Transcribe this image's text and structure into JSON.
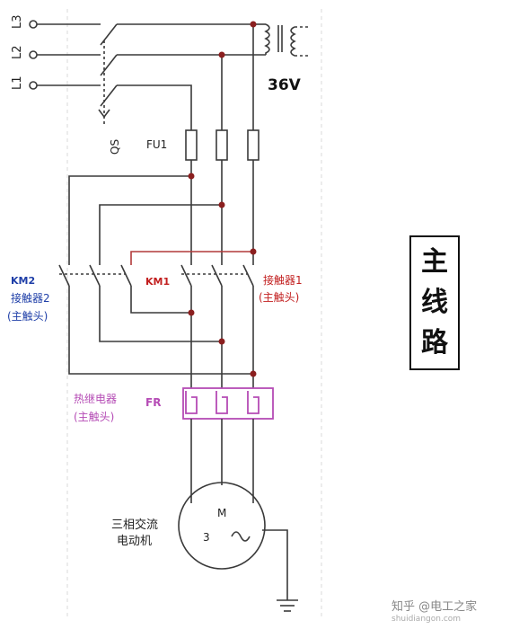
{
  "diagram": {
    "phase_labels": [
      "L3",
      "L2",
      "L1"
    ],
    "qs_label": "QS",
    "fu1_label": "FU1",
    "voltage_label": "36V",
    "km2_label": "KM2",
    "km2_desc_1": "接触器2",
    "km2_desc_2": "(主触头)",
    "km1_label": "KM1",
    "km1_desc_1": "接触器1",
    "km1_desc_2": "(主触头)",
    "fr_desc_1": "热继电器",
    "fr_desc_2": "(主触头)",
    "fr_label": "FR",
    "motor_symbol": "M",
    "motor_phase": "3",
    "motor_desc_1": "三相交流",
    "motor_desc_2": "电动机"
  },
  "title_chars": [
    "主",
    "线",
    "路"
  ],
  "watermark": {
    "line1": "知乎 @电工之家",
    "line2": "shuidiangon.com"
  },
  "colors": {
    "wire": "#3a3a3a",
    "red_wire": "#b23a3a",
    "fr_purple": "#b54bb5",
    "km_blue": "#1f3fa8",
    "km_red": "#c21f1f"
  }
}
